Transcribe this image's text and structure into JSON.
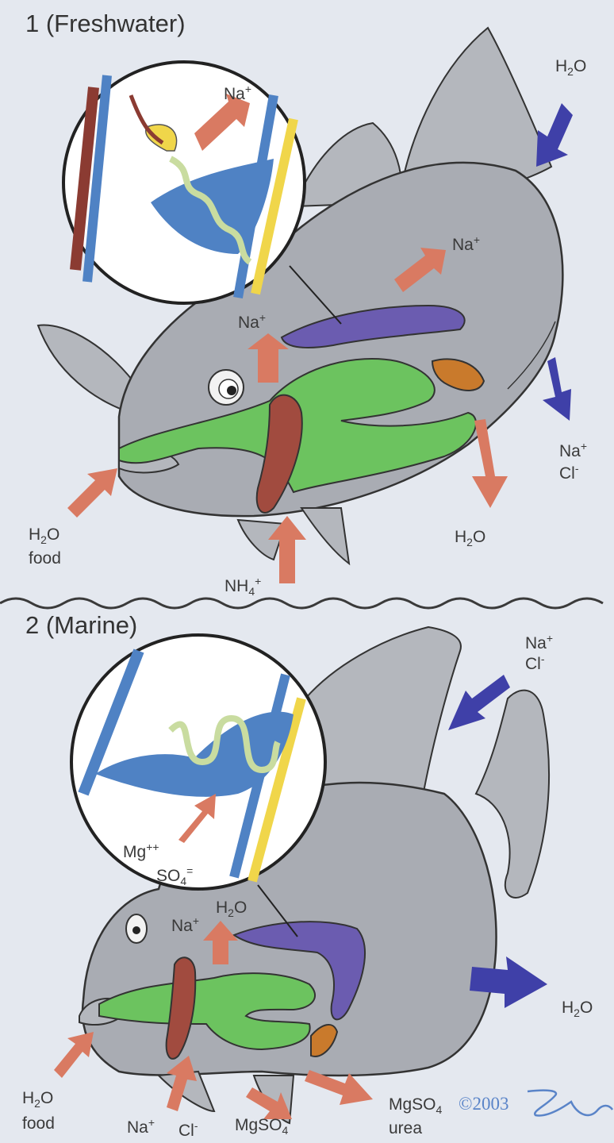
{
  "panels": [
    {
      "title": "1 (Freshwater)"
    },
    {
      "title": "2 (Marine)"
    }
  ],
  "freshwater": {
    "h2o_in": {
      "base": "H",
      "sub": "2",
      "rest": "O"
    },
    "na_circle": {
      "base": "Na",
      "sup": "+"
    },
    "na_body": {
      "base": "Na",
      "sup": "+"
    },
    "na_gill": {
      "base": "Na",
      "sup": "+"
    },
    "na_cl_out": {
      "na": "Na",
      "na_sup": "+",
      "cl": "Cl",
      "cl_sup": "-"
    },
    "h2o_out": {
      "base": "H",
      "sub": "2",
      "rest": "O"
    },
    "mouth": {
      "base": "H",
      "sub": "2",
      "rest": "O",
      "line2": "food"
    },
    "nh4": {
      "base": "NH",
      "sub": "4",
      "sup": "+"
    }
  },
  "marine": {
    "na_cl_in": {
      "na": "Na",
      "na_sup": "+",
      "cl": "Cl",
      "cl_sup": "-"
    },
    "mg_so4": {
      "mg": "Mg",
      "mg_sup": "++",
      "so": "SO",
      "so_sub": "4",
      "so_sup": "="
    },
    "na_gill": {
      "base": "Na",
      "sup": "+"
    },
    "h2o_gill": {
      "base": "H",
      "sub": "2",
      "rest": "O"
    },
    "h2o_out": {
      "base": "H",
      "sub": "2",
      "rest": "O"
    },
    "mouth": {
      "base": "H",
      "sub": "2",
      "rest": "O",
      "line2": "food"
    },
    "na_bottom": {
      "base": "Na",
      "sup": "+"
    },
    "cl_bottom": {
      "base": "Cl",
      "sup": "-"
    },
    "mgso4_bottom": {
      "base": "MgSO",
      "sub": "4"
    },
    "mgso4_urea": {
      "base": "MgSO",
      "sub": "4",
      "line2": "urea"
    },
    "copyright": "©2003"
  },
  "colors": {
    "background": "#e4e8ef",
    "fish_body": "#a9acb3",
    "fin": "#b4b7bd",
    "gut": "#6cc35f",
    "gill": "#a14b3f",
    "kidney": "#6b5cb0",
    "bladder": "#c97a2c",
    "vessel_blue": "#4f82c4",
    "vessel_red": "#8b3b32",
    "duct_yellow": "#f0d64a",
    "tubule": "#c9dca0",
    "arrow_red": "#d97a62",
    "arrow_blue": "#3f40a8",
    "signature": "#5a84c8"
  }
}
